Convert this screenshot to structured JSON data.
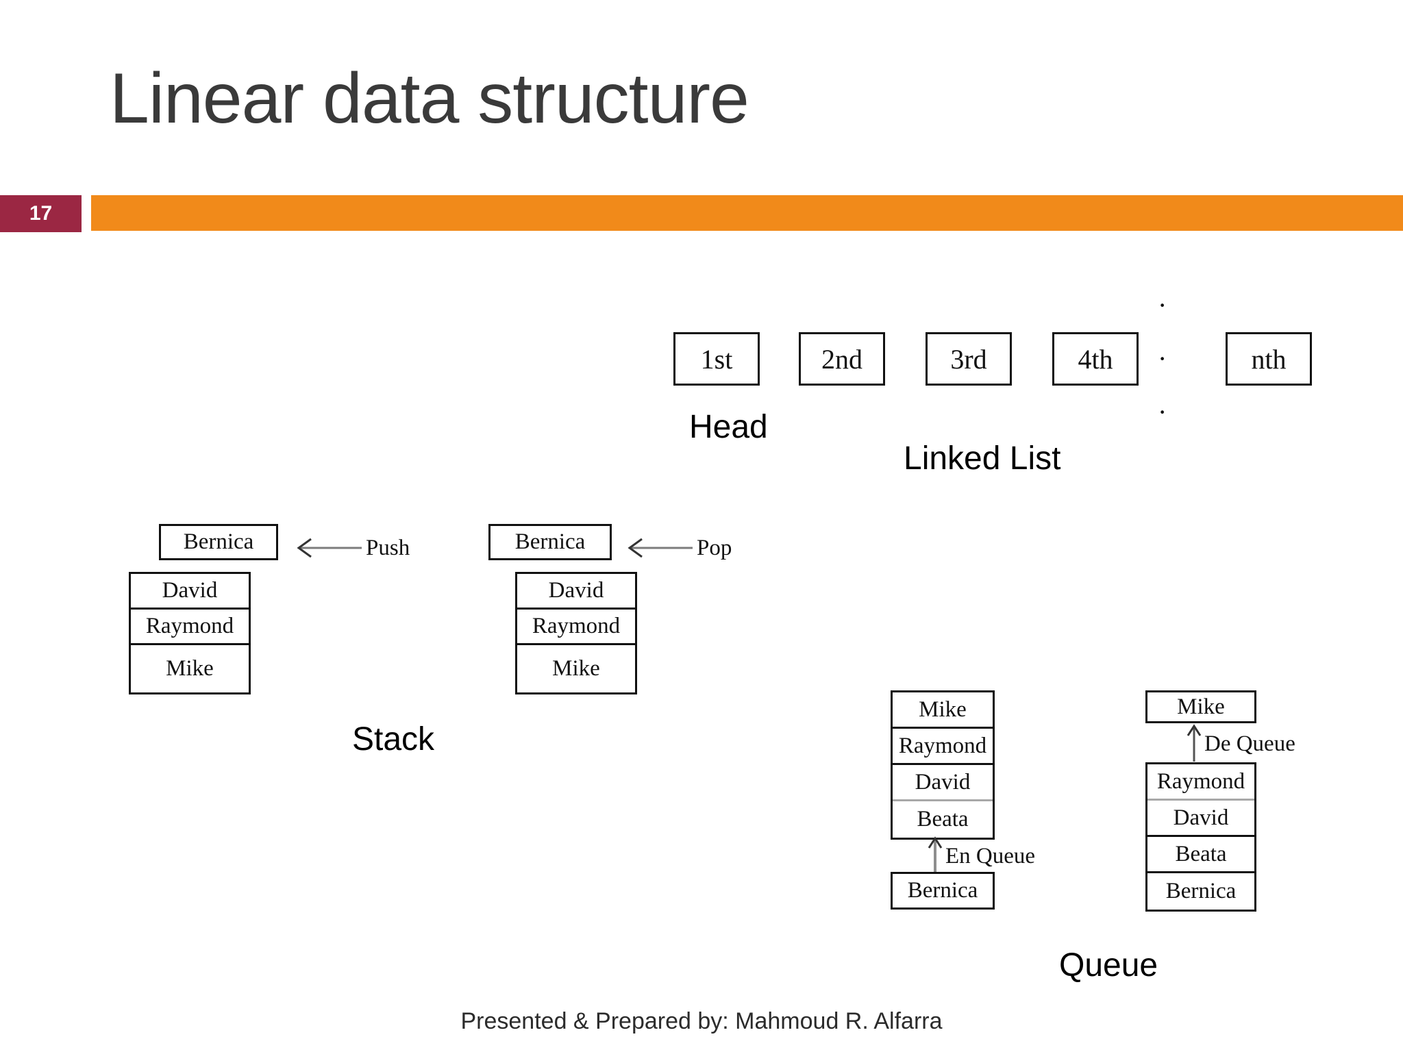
{
  "slide": {
    "title": "Linear data structure",
    "number": "17",
    "footer": "Presented & Prepared by: Mahmoud R. Alfarra",
    "accent_color": "#f18a1a",
    "badge_color": "#9b2743",
    "title_color": "#3a3a3a",
    "background": "#ffffff"
  },
  "linked_list": {
    "label": "Linked List",
    "head_label": "Head",
    "ellipsis": "· · ·",
    "nodes": [
      {
        "label": "1st"
      },
      {
        "label": "2nd"
      },
      {
        "label": "3rd"
      },
      {
        "label": "4th"
      },
      {
        "label": "nth"
      }
    ]
  },
  "stack": {
    "label": "Stack",
    "push": {
      "operation": "Push",
      "incoming_item": "Bernica",
      "items": [
        "David",
        "Raymond",
        "Mike"
      ]
    },
    "pop": {
      "operation": "Pop",
      "outgoing_item": "Bernica",
      "items": [
        "David",
        "Raymond",
        "Mike"
      ]
    }
  },
  "queue": {
    "label": "Queue",
    "enqueue": {
      "operation": "En Queue",
      "items": [
        "Mike",
        "Raymond",
        "David",
        "Beata"
      ],
      "incoming_item": "Bernica"
    },
    "dequeue": {
      "operation": "De Queue",
      "outgoing_item": "Mike",
      "items": [
        "Raymond",
        "David",
        "Beata",
        "Bernica"
      ]
    }
  }
}
